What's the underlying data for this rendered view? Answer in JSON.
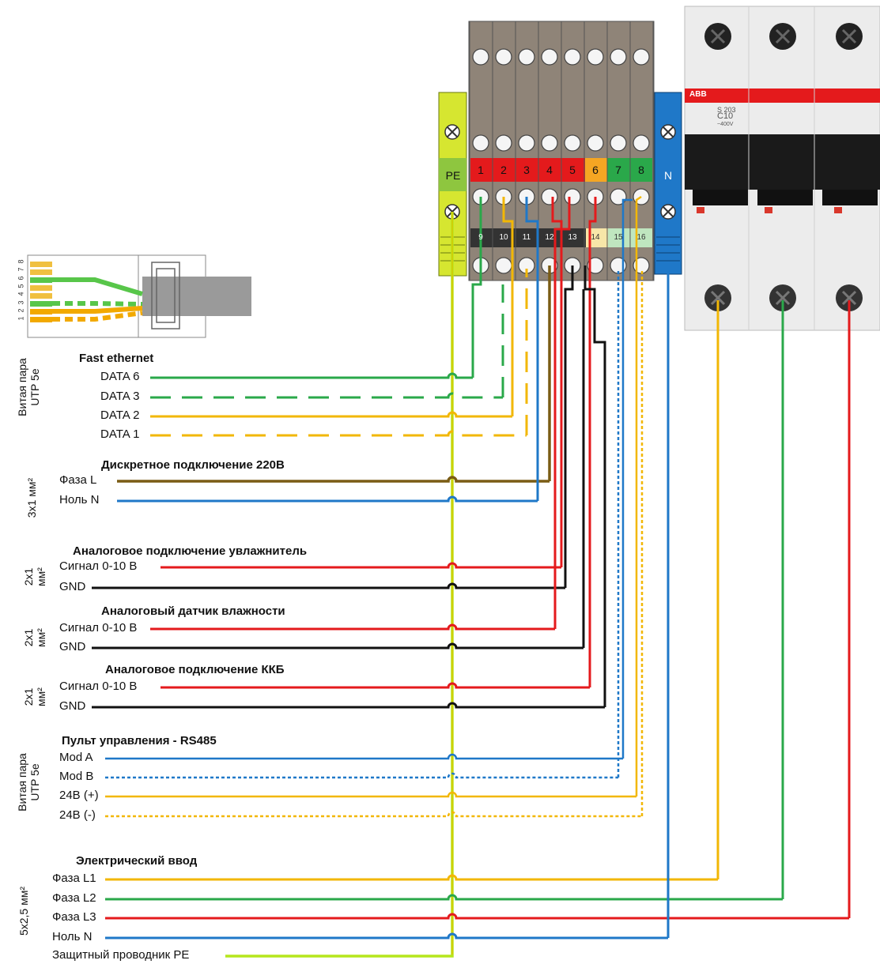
{
  "colors": {
    "green": "#2aa84a",
    "orange": "#f2b705",
    "yellow": "#f2c500",
    "blue": "#1f78c8",
    "brown": "#7a5c14",
    "red": "#e41a1c",
    "black": "#111111",
    "pe": "#b5e61d"
  },
  "terminals": {
    "pe_label": "PE",
    "n_label": "N",
    "top_numbers": [
      "1",
      "2",
      "3",
      "4",
      "5",
      "6",
      "7",
      "8"
    ],
    "bottom_numbers": [
      "9",
      "10",
      "11",
      "12",
      "13",
      "14",
      "15",
      "16"
    ]
  },
  "breaker": {
    "brand": "ABB",
    "model_lines": [
      "S 203",
      "C10",
      "~400V"
    ]
  },
  "connector": {
    "pins": [
      "8",
      "7",
      "6",
      "5",
      "4",
      "3",
      "2",
      "1"
    ]
  },
  "groups": [
    {
      "id": "eth",
      "title": "Fast ethernet",
      "side": "Витая пара UTP 5e",
      "lines": [
        "DATA 6",
        "DATA 3",
        "DATA 2",
        "DATA 1"
      ]
    },
    {
      "id": "disc",
      "title": "Дискретное подключение 220В",
      "side": "3x1 мм²",
      "lines": [
        "Фаза L",
        "Ноль N"
      ]
    },
    {
      "id": "hum",
      "title": "Аналоговое подключение увлажнитель",
      "side": "2x1 мм²",
      "lines": [
        "Сигнал 0-10 В",
        "GND"
      ]
    },
    {
      "id": "sens",
      "title": "Аналоговый датчик влажности",
      "side": "2x1 мм²",
      "lines": [
        "Сигнал 0-10 В",
        "GND"
      ]
    },
    {
      "id": "kkb",
      "title": "Аналоговое подключение ККБ",
      "side": "2x1 мм²",
      "lines": [
        "Сигнал 0-10 В",
        "GND"
      ]
    },
    {
      "id": "rs",
      "title": "Пульт управления - RS485",
      "side": "Витая пара UTP 5e",
      "lines": [
        "Mod A",
        "Mod B",
        "24В (+)",
        "24В (-)"
      ]
    },
    {
      "id": "pwr",
      "title": "Электрический ввод",
      "side": "5x2,5 мм²",
      "lines": [
        "Фаза L1",
        "Фаза L2",
        "Фаза L3",
        "Ноль N",
        "Защитный проводник PE"
      ]
    }
  ]
}
